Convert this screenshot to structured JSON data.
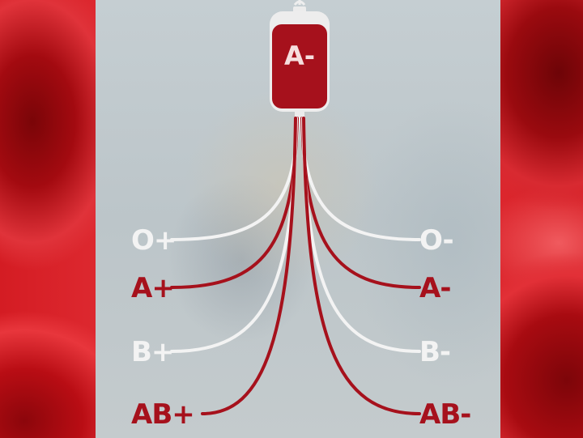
{
  "bag": {
    "label": "A-"
  },
  "left_labels": [
    {
      "text": "O+",
      "compatible": false
    },
    {
      "text": "A+",
      "compatible": true
    },
    {
      "text": "B+",
      "compatible": false
    },
    {
      "text": "AB+",
      "compatible": true
    }
  ],
  "right_labels": [
    {
      "text": "O-",
      "compatible": false
    },
    {
      "text": "A-",
      "compatible": true
    },
    {
      "text": "B-",
      "compatible": false
    },
    {
      "text": "AB-",
      "compatible": true
    }
  ],
  "colors": {
    "compatible": "#a6111c",
    "incompatible": "#f3f3f3",
    "bag": "#a6111c",
    "bag_text": "#f6dede"
  }
}
